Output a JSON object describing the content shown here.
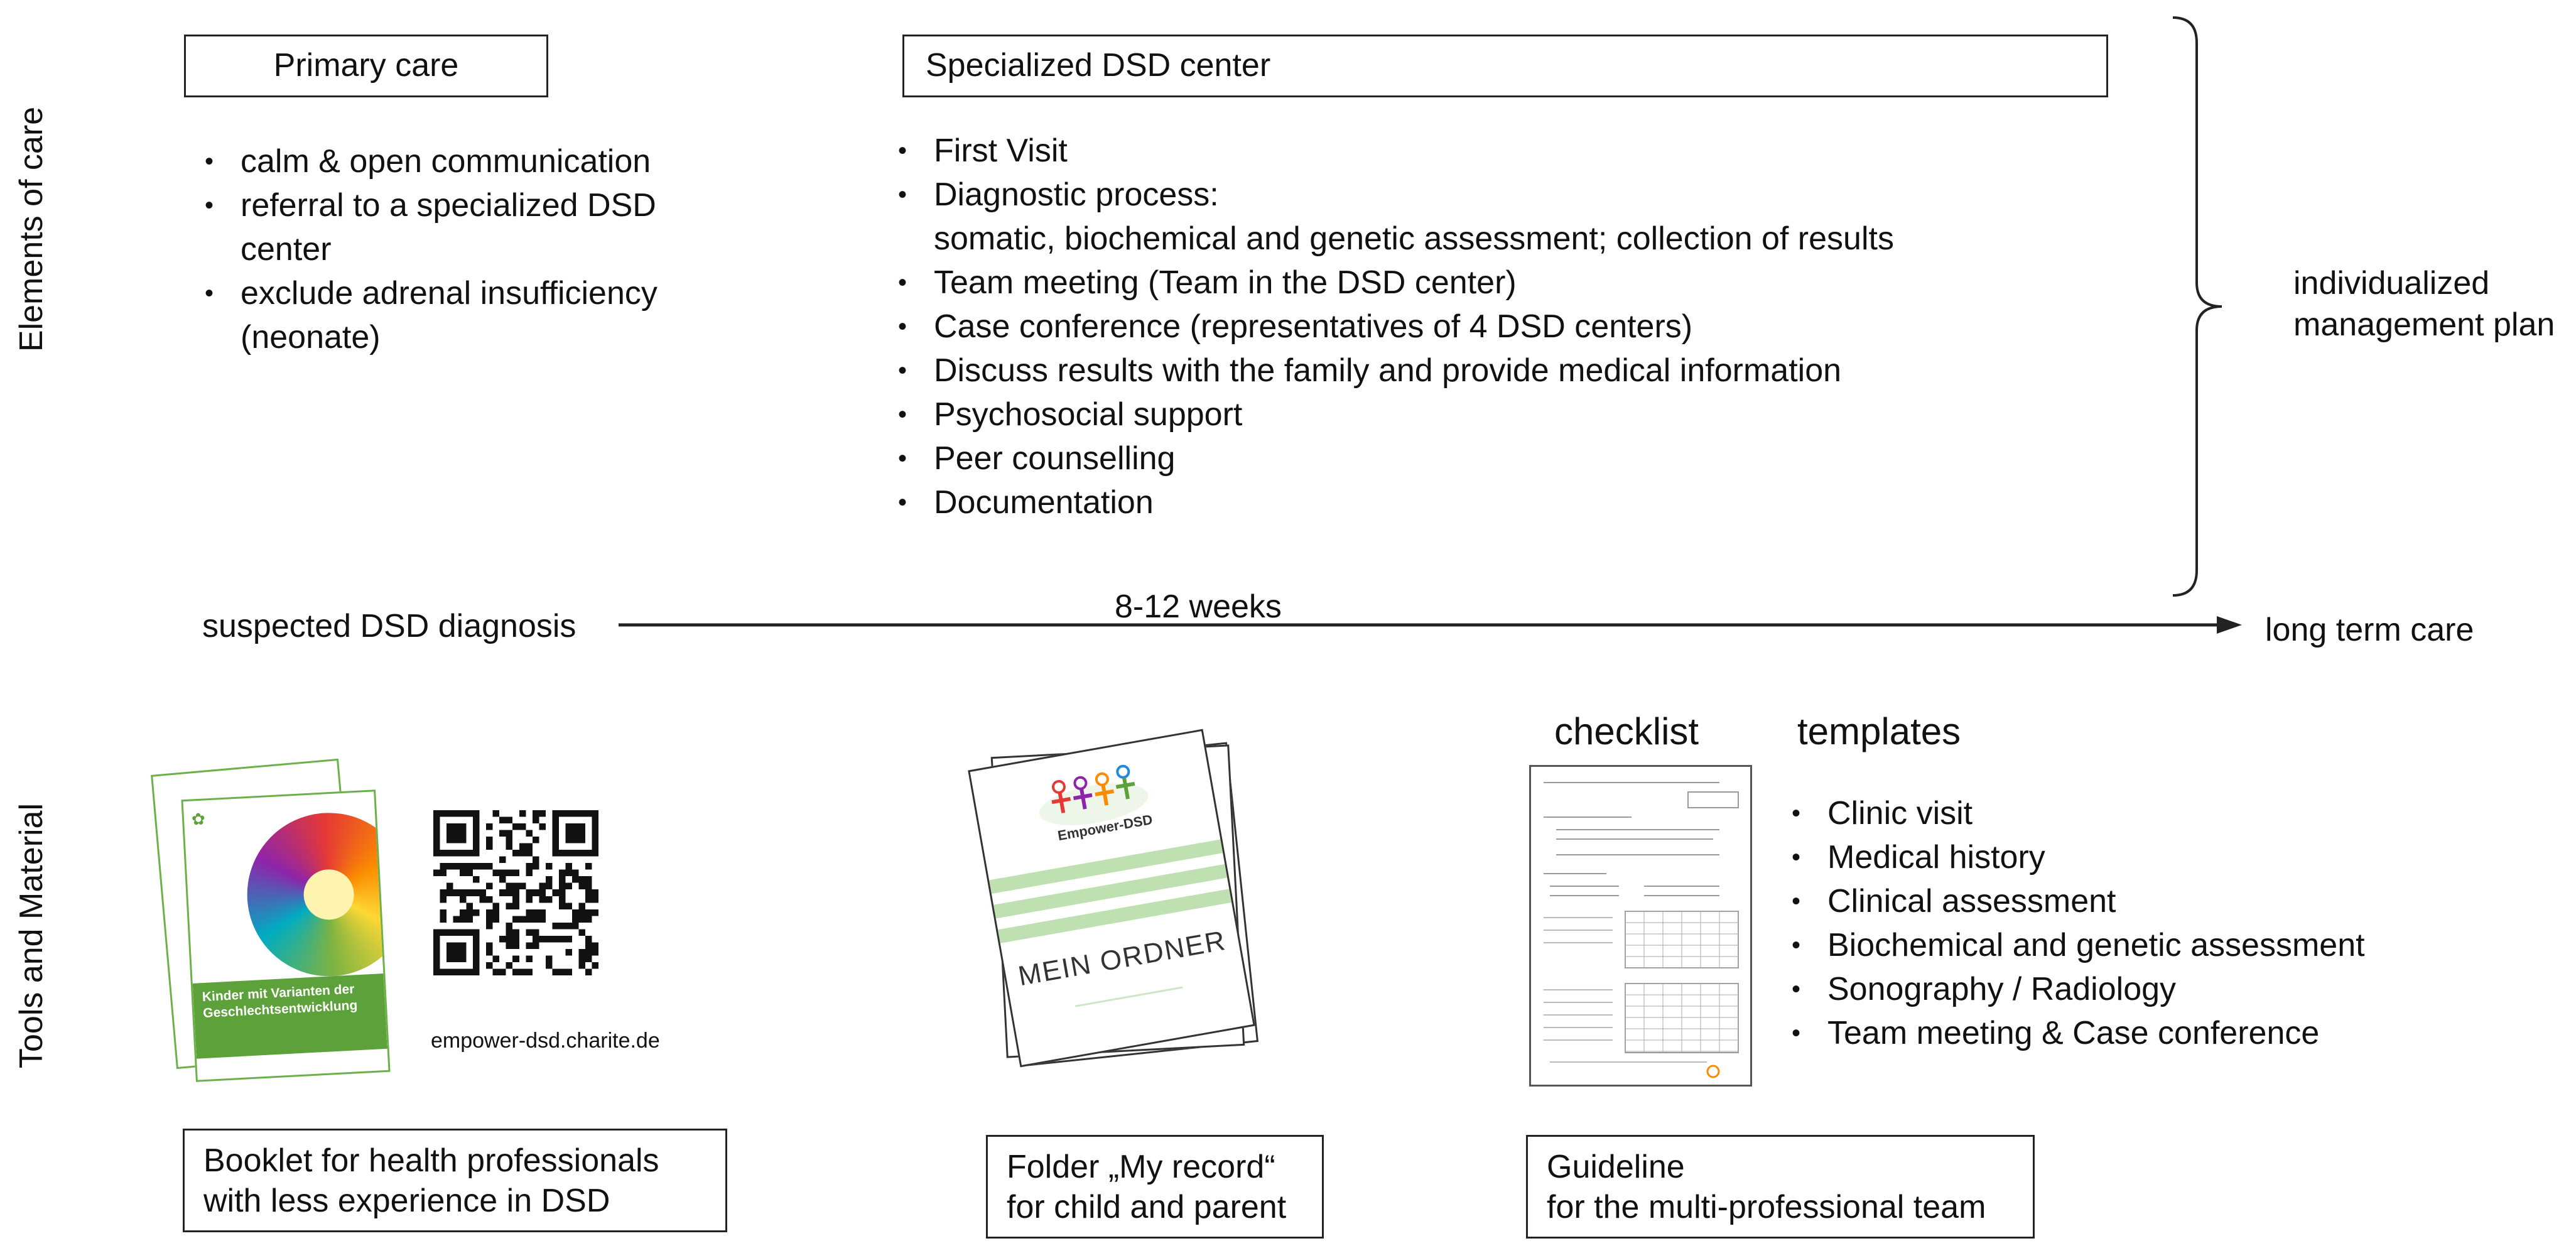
{
  "side_labels": {
    "top": "Elements of care",
    "bottom": "Tools and Material"
  },
  "primary_care": {
    "title": "Primary care",
    "items": [
      "calm & open communication",
      "referral to a specialized DSD center",
      "exclude adrenal insufficiency (neonate)"
    ]
  },
  "dsd_center": {
    "title": "Specialized DSD center",
    "items": [
      "First Visit",
      "Diagnostic process:\nsomatic, biochemical and genetic assessment; collection of results",
      "Team meeting (Team in the DSD center)",
      "Case conference (representatives of 4 DSD centers)",
      "Discuss results with the family and provide medical information",
      "Psychosocial support",
      "Peer counselling",
      "Documentation"
    ]
  },
  "brace_label": "individualized\nmanagement plan",
  "timeline": {
    "start": "suspected DSD diagnosis",
    "duration": "8-12 weeks",
    "end": "long term care"
  },
  "booklet": {
    "cover_title": "Kinder mit Varianten der Geschlechtsentwicklung",
    "url": "empower-dsd.charite.de",
    "caption": "Booklet for health professionals\nwith less experience in DSD"
  },
  "folder": {
    "logo_text": "Empower-DSD",
    "title": "MEIN ORDNER",
    "caption": "Folder „My record“\nfor child and parent"
  },
  "guideline": {
    "checklist_label": "checklist",
    "templates_label": "templates",
    "templates": [
      "Clinic visit",
      "Medical history",
      "Clinical assessment",
      "Biochemical and genetic assessment",
      "Sonography / Radiology",
      "Team meeting & Case conference"
    ],
    "caption": "Guideline\nfor the multi-professional team"
  },
  "colors": {
    "green": "#5da13a",
    "light_green": "#bfe0b0",
    "line": "#222222"
  }
}
